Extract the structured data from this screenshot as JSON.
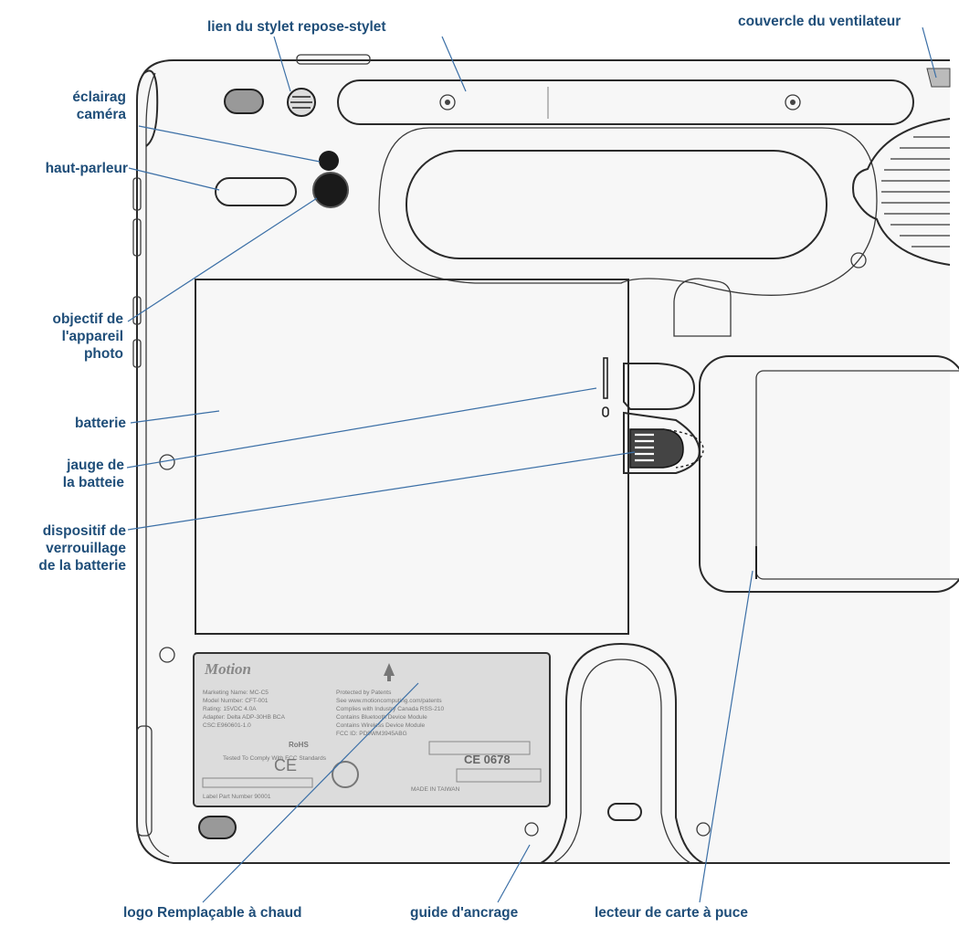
{
  "labels": {
    "pen_tether": "lien du stylet repose-stylet",
    "fan_cover": "couvercle du ventilateur",
    "camera_light_l1": "éclairag",
    "camera_light_l2": "caméra",
    "speaker": "haut-parleur",
    "camera_lens_l1": "objectif de",
    "camera_lens_l2": "l'appareil",
    "camera_lens_l3": "photo",
    "battery": "batterie",
    "battery_gauge_l1": "jauge de",
    "battery_gauge_l2": "la batteie",
    "battery_lock_l1": "dispositif de",
    "battery_lock_l2": "verrouillage",
    "battery_lock_l3": "de la batterie",
    "hot_swap_logo": "logo Remplaçable à chaud",
    "docking_guide": "guide d'ancrage",
    "smart_card_reader": "lecteur de carte à puce"
  },
  "sticker": {
    "brand": "Motion",
    "line1": "Marketing Name: MC-C5",
    "line2": "Model Number: CFT-001",
    "line3": "Rating: 15VDC 4.0A",
    "line4": "Adapter: Delta ADP-30HB BCA",
    "line5": "CSC:E960601-1.0",
    "col2_line1": "Protected by Patents",
    "col2_line2": "See www.motioncomputing.com/patents",
    "col2_line3": "Complies with Industry Canada RSS-210",
    "col2_line4": "Contains Bluetooth Device Module",
    "col2_line5": "Contains Wireless Device Module",
    "col2_line6": "FCC ID: PD9WM3945ABG",
    "fc_text": "Tested To Comply With FCC Standards",
    "ce_mark": "CE",
    "ce_number": "CE 0678",
    "rohs": "RoHS",
    "part_number": "Label Part Number 90001",
    "made_in": "MADE IN TAIWAN"
  },
  "colors": {
    "label_text": "#1f4e79",
    "leader_line": "#3b6fa6",
    "device_outline": "#2a2a2a",
    "device_body": "#f7f7f7",
    "sticker_fill": "#dcdcdc"
  }
}
